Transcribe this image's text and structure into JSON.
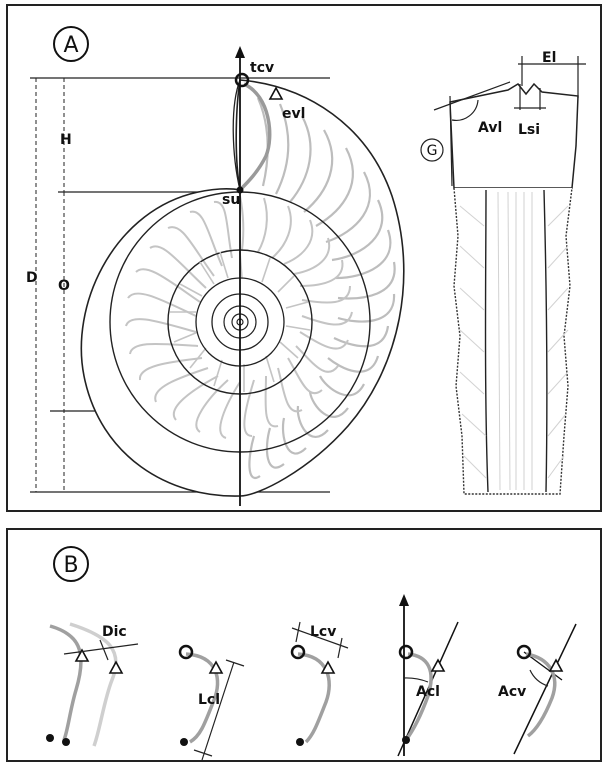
{
  "panel_a": {
    "letter": "A",
    "labels": {
      "tcv": "tcv",
      "evl": "evl",
      "su": "su",
      "H": "H",
      "O": "O",
      "D": "D",
      "G": "G",
      "Avl": "Avl",
      "Lsi": "Lsi",
      "El": "El"
    }
  },
  "panel_b": {
    "letter": "B",
    "labels": {
      "Dic": "Dic",
      "Lcl": "Lcl",
      "Lcv": "Lcv",
      "Acl": "Acl",
      "Acv": "Acv"
    }
  },
  "colors": {
    "outline": "#222222",
    "rib_gray": "#b8b8b8",
    "rib_mid": "#9a9a9a",
    "rib_light": "#cfcfcf"
  }
}
